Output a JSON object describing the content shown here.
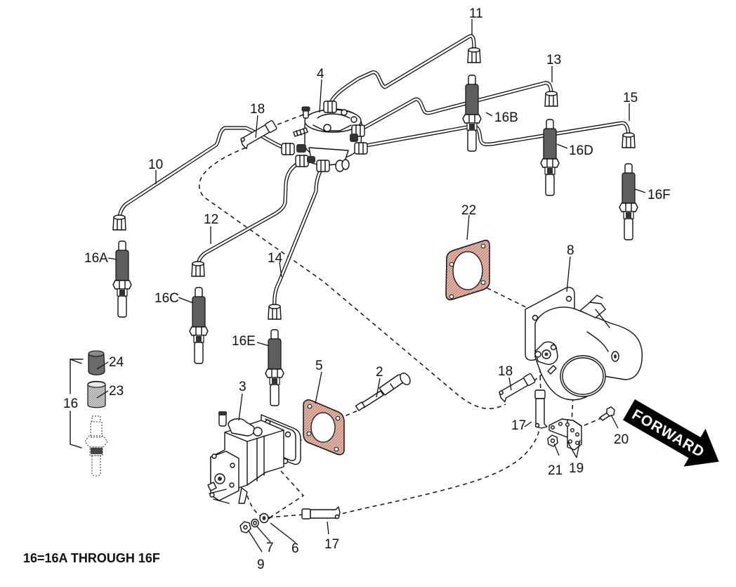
{
  "figure": {
    "title": "Fuel injection pump, distributor, fuel lines and nozzles - exploded view",
    "note": "16=16A THROUGH 16F",
    "direction_indicator": "FORWARD",
    "colors": {
      "line": "#111111",
      "gasket_fill": "#e3b7a8",
      "gasket_hatch": "#a8685a",
      "nozzle_body": "#5e5e5e",
      "filter_cap": "#6a6a6a",
      "filter_mesh": "#b9b9b9",
      "arrow": "#000000"
    }
  },
  "callouts": [
    {
      "id": "2",
      "label": "2",
      "part": "drive shaft"
    },
    {
      "id": "3",
      "label": "3",
      "part": "fuel injection pump"
    },
    {
      "id": "4",
      "label": "4",
      "part": "fuel distributor"
    },
    {
      "id": "5",
      "label": "5",
      "part": "pump mounting gasket"
    },
    {
      "id": "6",
      "label": "6",
      "part": "washer"
    },
    {
      "id": "7",
      "label": "7",
      "part": "lock washer"
    },
    {
      "id": "8",
      "label": "8",
      "part": "manifold adapter"
    },
    {
      "id": "9",
      "label": "9",
      "part": "nut"
    },
    {
      "id": "10",
      "label": "10",
      "part": "fuel line to 16A"
    },
    {
      "id": "11",
      "label": "11",
      "part": "fuel line to 16B"
    },
    {
      "id": "12",
      "label": "12",
      "part": "fuel line to 16C"
    },
    {
      "id": "13",
      "label": "13",
      "part": "fuel line to 16D"
    },
    {
      "id": "14",
      "label": "14",
      "part": "fuel line to 16E"
    },
    {
      "id": "15",
      "label": "15",
      "part": "fuel line to 16F"
    },
    {
      "id": "16A",
      "label": "16A",
      "part": "injection nozzle"
    },
    {
      "id": "16B",
      "label": "16B",
      "part": "injection nozzle"
    },
    {
      "id": "16C",
      "label": "16C",
      "part": "injection nozzle"
    },
    {
      "id": "16D",
      "label": "16D",
      "part": "injection nozzle"
    },
    {
      "id": "16E",
      "label": "16E",
      "part": "injection nozzle"
    },
    {
      "id": "16F",
      "label": "16F",
      "part": "injection nozzle"
    },
    {
      "id": "16",
      "label": "16",
      "part": "nozzle assembly (detail)"
    },
    {
      "id": "17a",
      "label": "17",
      "part": "supply fitting at pump"
    },
    {
      "id": "17b",
      "label": "17",
      "part": "supply fitting at manifold"
    },
    {
      "id": "18a",
      "label": "18",
      "part": "return fitting at distributor"
    },
    {
      "id": "18b",
      "label": "18",
      "part": "return fitting at manifold"
    },
    {
      "id": "19",
      "label": "19",
      "part": "bracket"
    },
    {
      "id": "20",
      "label": "20",
      "part": "bolt"
    },
    {
      "id": "21",
      "label": "21",
      "part": "nut"
    },
    {
      "id": "22",
      "label": "22",
      "part": "manifold gasket"
    },
    {
      "id": "23",
      "label": "23",
      "part": "filter screen"
    },
    {
      "id": "24",
      "label": "24",
      "part": "cap"
    }
  ]
}
